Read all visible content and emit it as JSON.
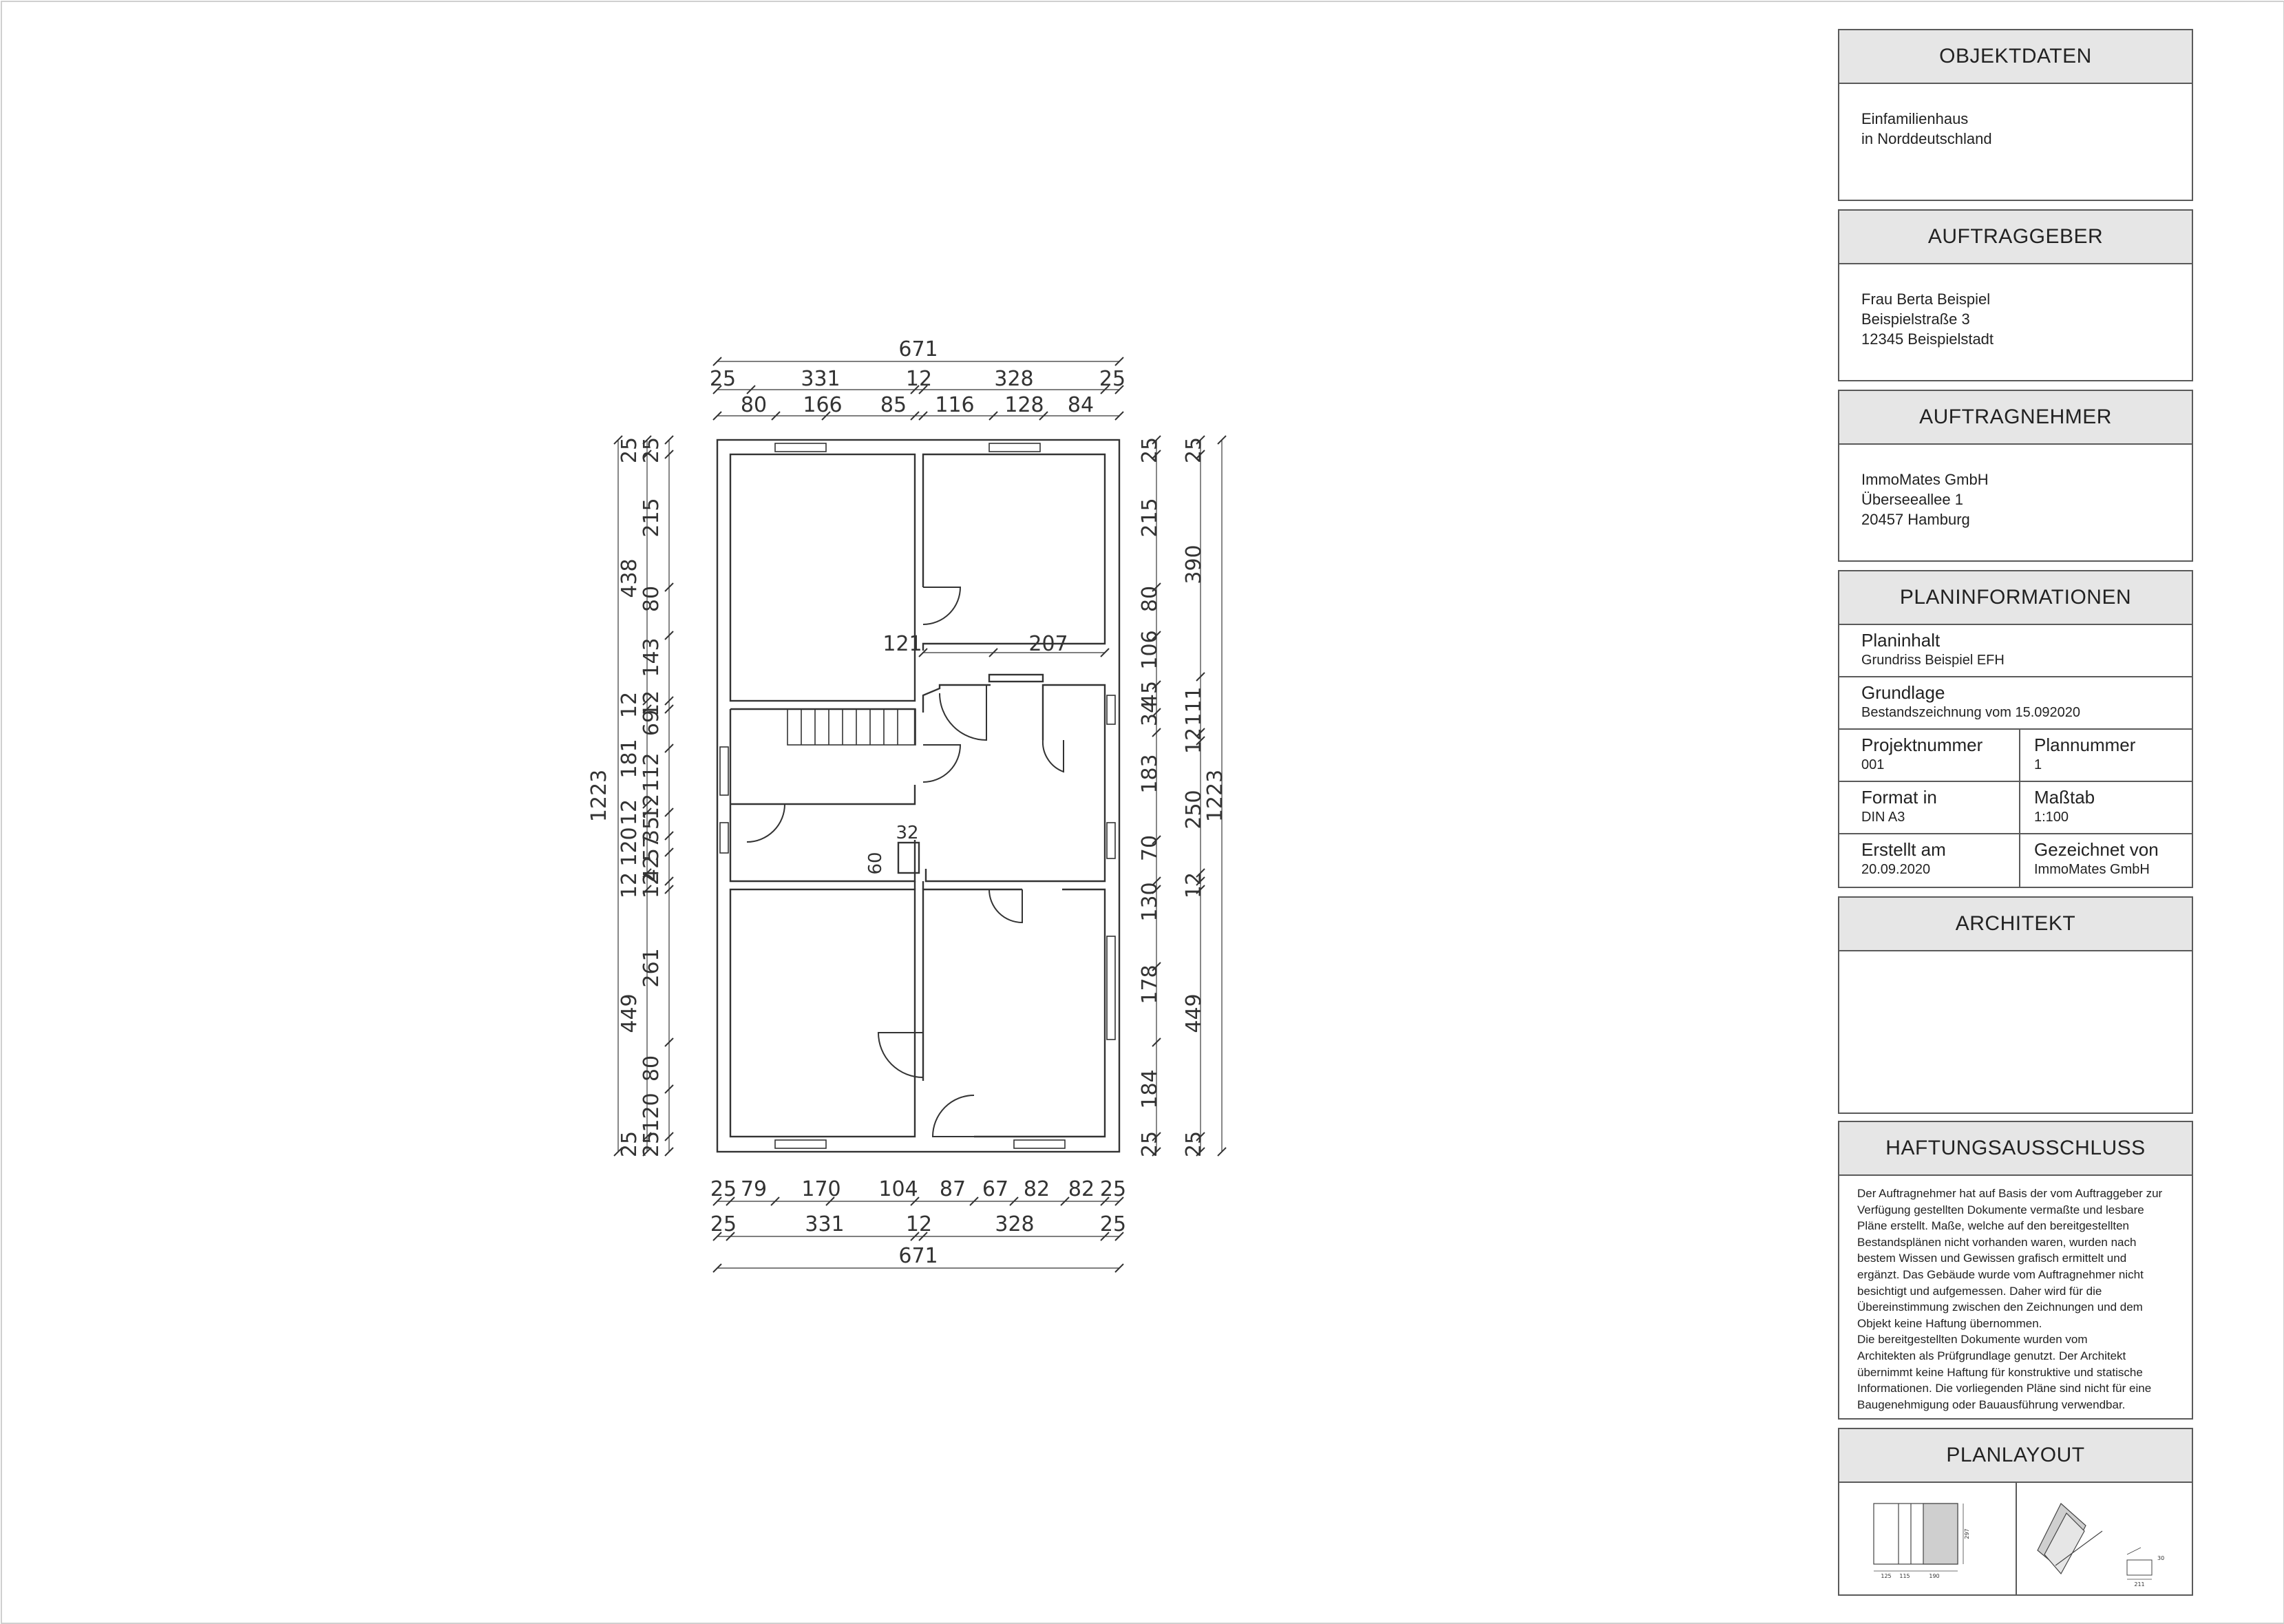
{
  "floorplan": {
    "top_dims": {
      "total": "671",
      "row2": [
        "25",
        "331",
        "12",
        "328",
        "25"
      ],
      "row3": [
        "80",
        "166",
        "85",
        "116",
        "128",
        "84"
      ]
    },
    "bottom_dims": {
      "row1": [
        "25",
        "79",
        "170",
        "104",
        "87",
        "67",
        "82",
        "82",
        "25"
      ],
      "row2": [
        "25",
        "331",
        "12",
        "328",
        "25"
      ],
      "total": "671"
    },
    "left_dims": {
      "total": "1223",
      "mid": [
        "25",
        "438",
        "12",
        "181",
        "12",
        "120",
        "12",
        "449",
        "25"
      ],
      "inner": [
        "25",
        "215",
        "80",
        "143",
        "12",
        "69",
        "112",
        "35",
        "57",
        "42",
        "261",
        "80",
        "120",
        "25"
      ],
      "inner_small": [
        "12",
        "12",
        "12"
      ]
    },
    "right_dims": {
      "total": "1223",
      "mid": [
        "25",
        "390",
        "111",
        "12",
        "250",
        "12",
        "449",
        "25"
      ],
      "inner": [
        "25",
        "215",
        "80",
        "106",
        "45",
        "34",
        "183",
        "70",
        "130",
        "178",
        "184",
        "25"
      ]
    },
    "interior_dims": [
      "121",
      "207",
      "32",
      "60"
    ]
  },
  "title_block": {
    "objektdaten": {
      "title": "OBJEKTDATEN",
      "body": "Einfamilienhaus\nin Norddeutschland"
    },
    "auftraggeber": {
      "title": "AUFTRAGGEBER",
      "body": "Frau Berta Beispiel\nBeispielstraße 3\n12345 Beispielstadt"
    },
    "auftragnehmer": {
      "title": "AUFTRAGNEHMER",
      "body": "ImmoMates GmbH\nÜberseeallee 1\n20457 Hamburg"
    },
    "planinformationen": {
      "title": "PLANINFORMATIONEN",
      "planinhalt_label": "Planinhalt",
      "planinhalt_value": "Grundriss Beispiel EFH",
      "grundlage_label": "Grundlage",
      "grundlage_value": "Bestandszeichnung vom 15.092020",
      "projektnummer_label": "Projektnummer",
      "projektnummer_value": "001",
      "plannummer_label": "Plannummer",
      "plannummer_value": "1",
      "format_label": "Format in",
      "format_value": "DIN A3",
      "massstab_label": "Maßtab",
      "massstab_value": "1:100",
      "erstellt_label": "Erstellt am",
      "erstellt_value": "20.09.2020",
      "gezeichnet_label": "Gezeichnet von",
      "gezeichnet_value": "ImmoMates GmbH"
    },
    "architekt": {
      "title": "ARCHITEKT"
    },
    "haftungsausschluss": {
      "title": "HAFTUNGSAUSSCHLUSS",
      "body": "Der Auftragnehmer hat auf Basis der vom Auftraggeber zur\nVerfügung gestellten Dokumente vermaßte und lesbare\nPläne erstellt. Maße, welche auf den bereitgestellten\nBestandsplänen nicht vorhanden waren, wurden nach\nbestem Wissen und Gewissen grafisch ermittelt und\nergänzt. Das Gebäude wurde vom Auftragnehmer nicht\nbesichtigt und aufgemessen. Daher wird für die\nÜbereinstimmung zwischen den Zeichnungen und dem\nObjekt keine Haftung übernommen.\nDie bereitgestellten Dokumente wurden vom\nArchitekten als Prüfgrundlage genutzt. Der Architekt\nübernimmt keine Haftung für konstruktive und statische\nInformationen. Die vorliegenden Pläne sind nicht für eine\nBaugenehmigung oder Bauausführung verwendbar."
    },
    "planlayout": {
      "title": "PLANLAYOUT",
      "fold_dims": [
        "125",
        "115",
        "190",
        "297"
      ],
      "folded_dims": [
        "30",
        "211"
      ]
    }
  }
}
